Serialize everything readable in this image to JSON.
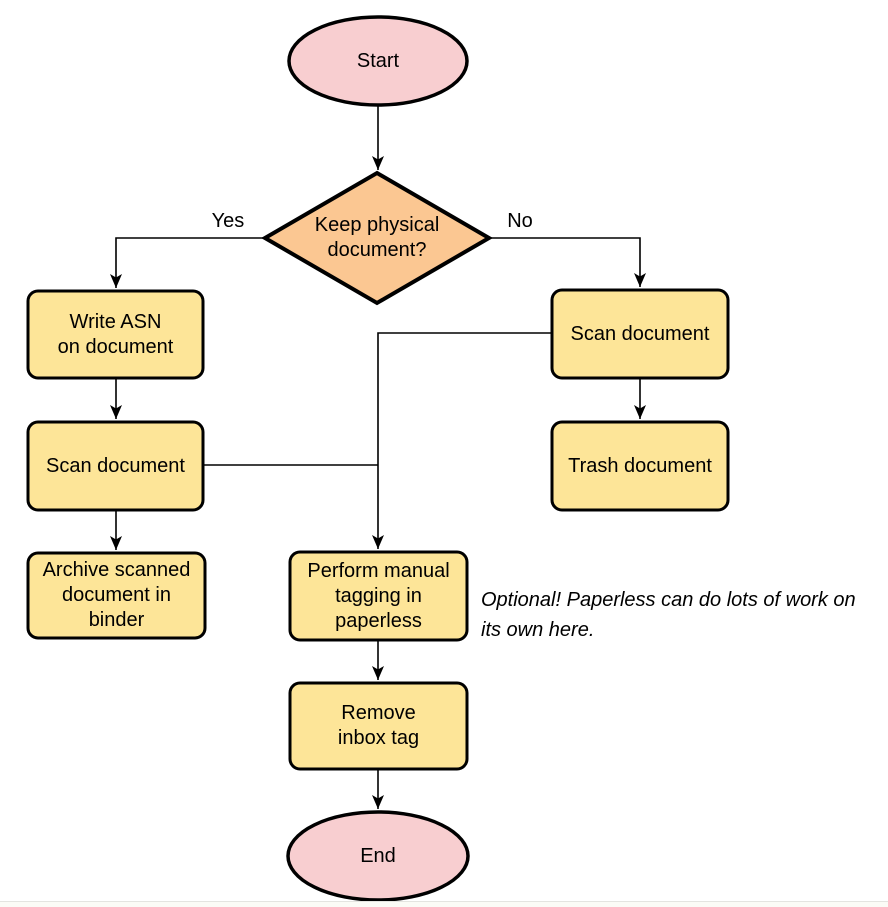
{
  "diagram": {
    "type": "flowchart",
    "nodes": {
      "start": {
        "label": "Start",
        "shape": "ellipse"
      },
      "decision": {
        "label": "Keep physical\ndocument?",
        "shape": "diamond"
      },
      "write_asn": {
        "label": "Write ASN\non document",
        "shape": "rounded-rect"
      },
      "scan_left": {
        "label": "Scan document",
        "shape": "rounded-rect"
      },
      "archive": {
        "label": "Archive scanned\ndocument in\nbinder",
        "shape": "rounded-rect"
      },
      "scan_right": {
        "label": "Scan document",
        "shape": "rounded-rect"
      },
      "trash": {
        "label": "Trash document",
        "shape": "rounded-rect"
      },
      "tagging": {
        "label": "Perform manual\ntagging in\npaperless",
        "shape": "rounded-rect"
      },
      "remove_inbox": {
        "label": "Remove\ninbox tag",
        "shape": "rounded-rect"
      },
      "end": {
        "label": "End",
        "shape": "ellipse"
      }
    },
    "edge_labels": {
      "yes": "Yes",
      "no": "No"
    },
    "note": "Optional! Paperless can do lots of work on\nits own here.",
    "edges": [
      {
        "from": "start",
        "to": "decision"
      },
      {
        "from": "decision",
        "to": "write_asn",
        "label": "Yes"
      },
      {
        "from": "decision",
        "to": "scan_right",
        "label": "No"
      },
      {
        "from": "write_asn",
        "to": "scan_left"
      },
      {
        "from": "scan_left",
        "to": "archive"
      },
      {
        "from": "scan_right",
        "to": "trash"
      },
      {
        "from": "scan_left",
        "to": "tagging"
      },
      {
        "from": "scan_right",
        "to": "tagging"
      },
      {
        "from": "tagging",
        "to": "remove_inbox"
      },
      {
        "from": "remove_inbox",
        "to": "end"
      }
    ]
  },
  "colors": {
    "terminal-fill": "#f8ced0",
    "decision-fill": "#fbc792",
    "process-fill": "#fde598",
    "stroke": "#000000",
    "edge": "#000000",
    "background": "#ffffff"
  }
}
